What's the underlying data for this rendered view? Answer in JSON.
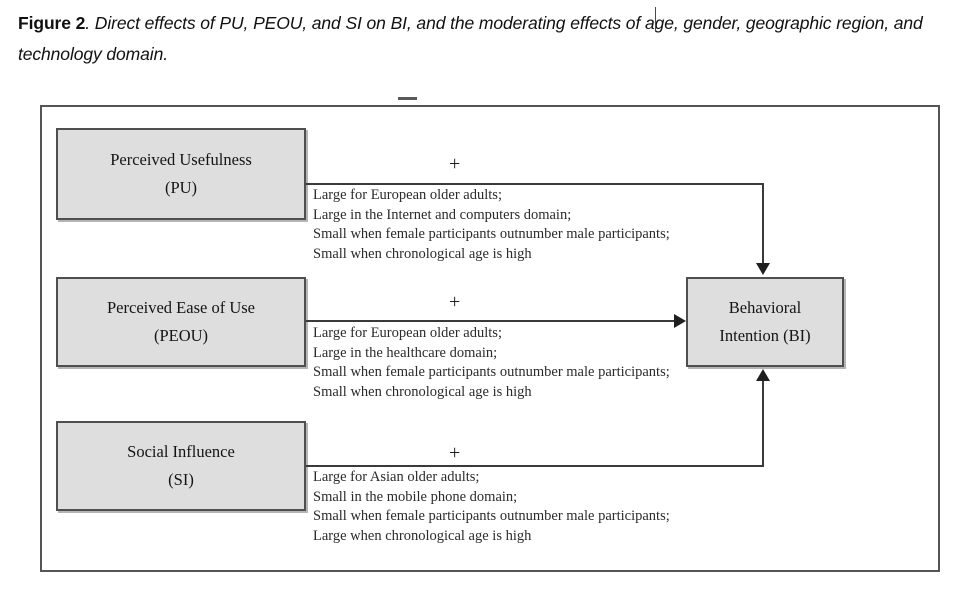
{
  "caption": {
    "label": "Figure 2",
    "text": ". Direct effects of PU, PEOU, and SI on BI, and the moderating effects of age, gender, geographic region, and technology domain."
  },
  "diagram": {
    "boxes": [
      {
        "id": "pu",
        "line1": "Perceived Usefulness",
        "line2": "(PU)"
      },
      {
        "id": "peou",
        "line1": "Perceived Ease of Use",
        "line2": "(PEOU)"
      },
      {
        "id": "si",
        "line1": "Social Influence",
        "line2": "(SI)"
      },
      {
        "id": "bi",
        "line1": "Behavioral",
        "line2": "Intention (BI)"
      }
    ],
    "paths": [
      {
        "id": "pu-to-bi",
        "sign": "+",
        "moderators": [
          "Large for European older adults;",
          "Large in the Internet and computers domain;",
          "Small when female participants outnumber male participants;",
          "Small when chronological age is high"
        ]
      },
      {
        "id": "peou-to-bi",
        "sign": "+",
        "moderators": [
          "Large for European older adults;",
          "Large in the healthcare domain;",
          "Small when female participants outnumber male participants;",
          "Small when chronological age is high"
        ]
      },
      {
        "id": "si-to-bi",
        "sign": "+",
        "moderators": [
          "Large for Asian older adults;",
          "Small in the mobile phone domain;",
          "Small when female participants outnumber male participants;",
          "Large when chronological age is high"
        ]
      }
    ],
    "colors": {
      "box_fill": "#dedede",
      "box_border": "#4f4f4f",
      "connector": "#3a3a3a",
      "frame_border": "#555555",
      "text": "#1a1a1a",
      "background": "#ffffff"
    }
  }
}
